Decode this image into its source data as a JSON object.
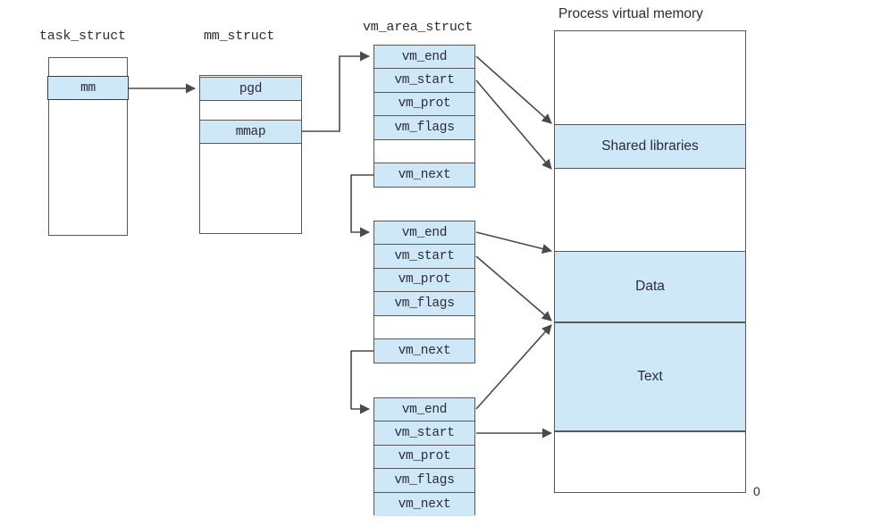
{
  "diagram": {
    "title_labels": {
      "task_struct": "task_struct",
      "mm_struct": "mm_struct",
      "vm_area_struct": "vm_area_struct",
      "process_virtual_memory": "Process virtual memory"
    },
    "colors": {
      "field_fill": "#cfe8f7",
      "border": "#585858",
      "text": "#2b2b3a",
      "background": "#ffffff"
    },
    "task_struct": {
      "fields": [
        {
          "label": "mm",
          "highlighted": true
        }
      ]
    },
    "mm_struct": {
      "fields": [
        {
          "label": "pgd",
          "highlighted": true
        },
        {
          "label": "mmap",
          "highlighted": true
        }
      ]
    },
    "vm_area_structs": [
      {
        "rows": [
          {
            "label": "vm_end",
            "blank": false
          },
          {
            "label": "vm_start",
            "blank": false
          },
          {
            "label": "vm_prot",
            "blank": false
          },
          {
            "label": "vm_flags",
            "blank": false
          },
          {
            "label": "",
            "blank": true
          },
          {
            "label": "vm_next",
            "blank": false
          }
        ]
      },
      {
        "rows": [
          {
            "label": "vm_end",
            "blank": false
          },
          {
            "label": "vm_start",
            "blank": false
          },
          {
            "label": "vm_prot",
            "blank": false
          },
          {
            "label": "vm_flags",
            "blank": false
          },
          {
            "label": "",
            "blank": true
          },
          {
            "label": "vm_next",
            "blank": false
          }
        ]
      },
      {
        "rows": [
          {
            "label": "vm_end",
            "blank": false
          },
          {
            "label": "vm_start",
            "blank": false
          },
          {
            "label": "vm_prot",
            "blank": false
          },
          {
            "label": "vm_flags",
            "blank": false
          },
          {
            "label": "vm_next",
            "blank": false
          }
        ]
      }
    ],
    "memory_segments": [
      {
        "label": "",
        "filled": false
      },
      {
        "label": "Shared libraries",
        "filled": true
      },
      {
        "label": "",
        "filled": false
      },
      {
        "label": "Data",
        "filled": true
      },
      {
        "label": "Text",
        "filled": true
      },
      {
        "label": "",
        "filled": false
      }
    ],
    "memory_bottom_address": "0"
  }
}
